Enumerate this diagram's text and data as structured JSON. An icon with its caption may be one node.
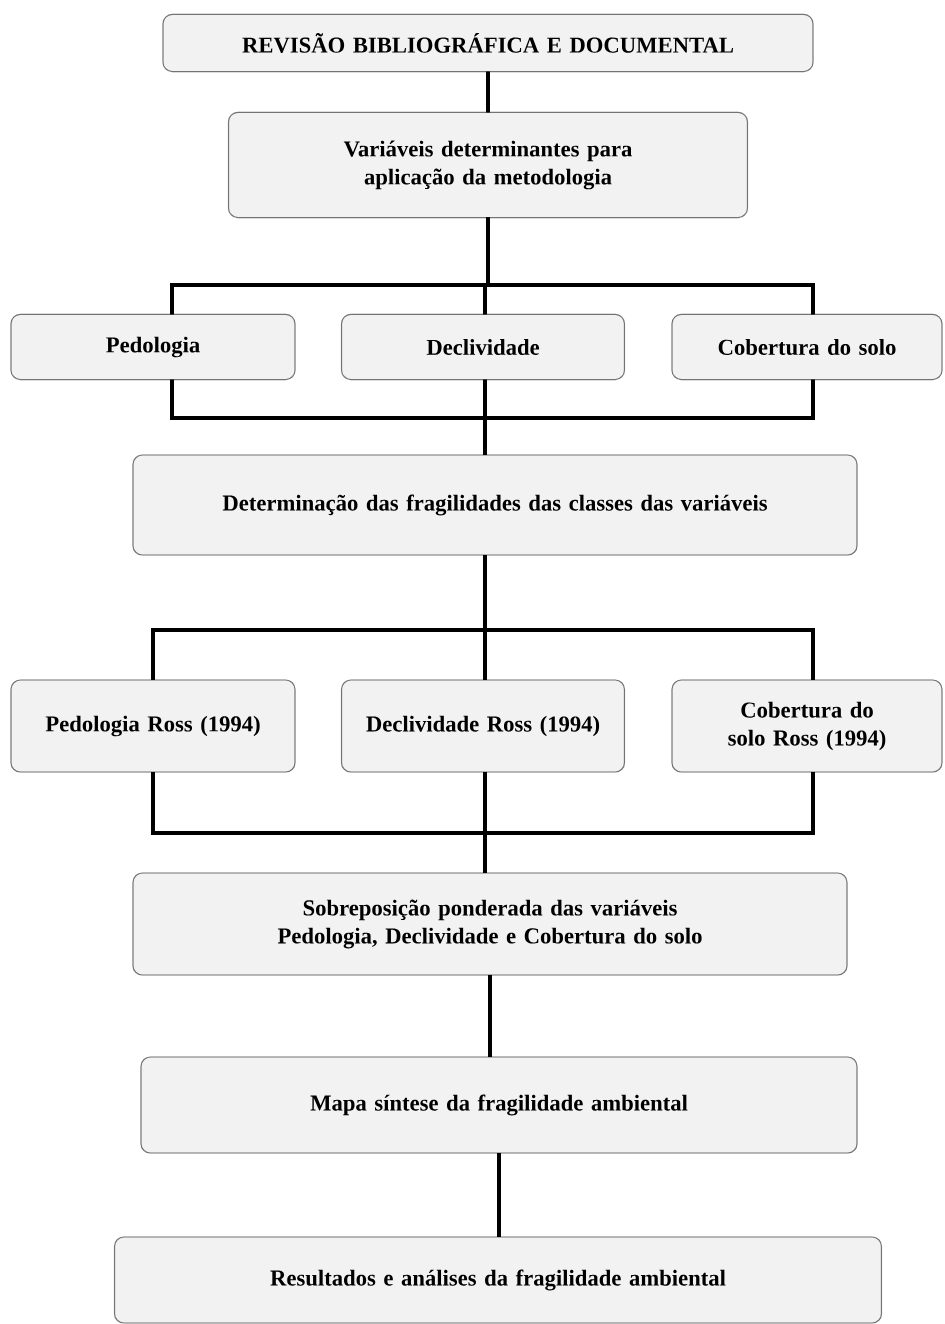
{
  "diagram": {
    "nodes": [
      {
        "text": [
          "REVISÃO BIBLIOGRÁFICA E DOCUMENTAL"
        ]
      },
      {
        "text": [
          "Variáveis determinantes para aplicação da metodologia"
        ]
      },
      {
        "text": [
          "Pedologia"
        ]
      },
      {
        "text": [
          "Declividade"
        ]
      },
      {
        "text": [
          "Cobertura do solo"
        ]
      },
      {
        "text": [
          "Determinação das fragilidades das classes das variáveis"
        ]
      },
      {
        "text": [
          "Pedologia Ross (1994)"
        ]
      },
      {
        "text": [
          "Declividade Ross (1994)"
        ]
      },
      {
        "text": [
          "Cobertura do solo Ross (1994)"
        ]
      },
      {
        "text": [
          "Sobreposição ponderada das variáveis Pedologia, Declividade e Cobertura do solo"
        ]
      },
      {
        "text": [
          "Mapa síntese da fragilidade ambiental"
        ]
      },
      {
        "text": [
          "Resultados e análises da fragilidade ambiental"
        ]
      }
    ],
    "edges": [
      {
        "from": 0,
        "to": 1,
        "arrow": "none"
      },
      {
        "from": 1,
        "to": 2,
        "arrow": "none"
      },
      {
        "from": 1,
        "to": 3,
        "arrow": "none"
      },
      {
        "from": 1,
        "to": 4,
        "arrow": "none"
      },
      {
        "from": 2,
        "to": 5,
        "arrow": "none"
      },
      {
        "from": 3,
        "to": 5,
        "arrow": "none"
      },
      {
        "from": 4,
        "to": 5,
        "arrow": "none"
      },
      {
        "from": 5,
        "to": 6,
        "arrow": "none"
      },
      {
        "from": 5,
        "to": 7,
        "arrow": "none"
      },
      {
        "from": 5,
        "to": 8,
        "arrow": "none"
      },
      {
        "from": 6,
        "to": 9,
        "arrow": "none"
      },
      {
        "from": 7,
        "to": 9,
        "arrow": "none"
      },
      {
        "from": 8,
        "to": 9,
        "arrow": "none"
      },
      {
        "from": 9,
        "to": 10,
        "arrow": "none"
      },
      {
        "from": 10,
        "to": 11,
        "arrow": "none"
      }
    ]
  }
}
